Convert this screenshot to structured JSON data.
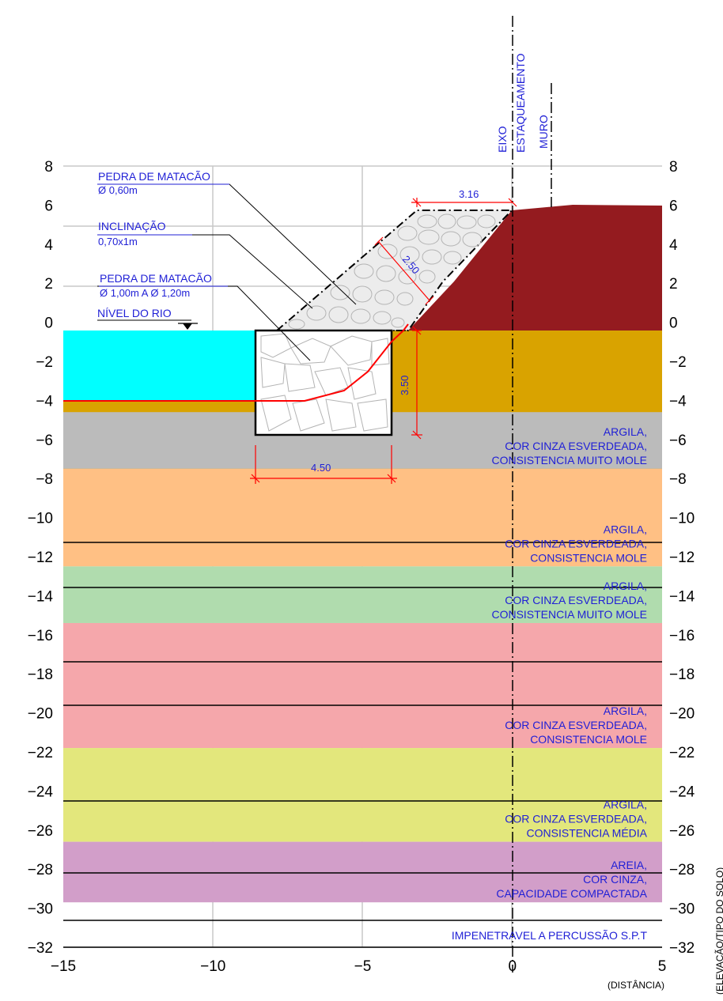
{
  "axes": {
    "x_ticks": [
      "−15",
      "−10",
      "−5",
      "0",
      "5"
    ],
    "y_ticks": [
      "8",
      "6",
      "4",
      "2",
      "0",
      "−2",
      "−4",
      "−6",
      "−8",
      "−10",
      "−12",
      "−14",
      "−16",
      "−18",
      "−20",
      "−22",
      "−24",
      "−26",
      "−28",
      "−30",
      "−32"
    ],
    "xlabel": "(DISTÂNCIA)",
    "ylabel": "(ELEVAÇÃO/TIPO DO SOLO)",
    "xlim": [
      -15,
      5
    ],
    "ylim": [
      -32,
      8
    ]
  },
  "reference_lines": {
    "eixo_line1": "EIXO",
    "eixo_line2": "ESTAQUEAMENTO",
    "muro": "MURO"
  },
  "annotations": {
    "pedra1_line1": "PEDRA DE MATACÃO",
    "pedra1_line2": "Ø 0,60m",
    "inclinacao_line1": "INCLINAÇÃO",
    "inclinacao_line2": "0,70x1m",
    "pedra2_line1": "PEDRA DE MATACÃO",
    "pedra2_line2": "Ø 1,00m  A Ø 1,20m",
    "nivel_rio": "NÍVEL DO RIO"
  },
  "dimensions": {
    "top_width": "3.16",
    "slope": "2.50",
    "depth": "3.50",
    "base_width": "4.50"
  },
  "layers": [
    {
      "line1": "ARGILA,",
      "line2": "COR CINZA ESVERDEADA,",
      "line3": "CONSISTENCIA MUITO MOLE",
      "color": "#bbbbbb",
      "top": -4.6,
      "bottom": -7.5
    },
    {
      "line1": "ARGILA,",
      "line2": "COR CINZA ESVERDEADA,",
      "line3": "CONSISTENCIA MOLE",
      "color": "#ffc084",
      "top": -7.5,
      "bottom": -12.5
    },
    {
      "line1": "ARGILA,",
      "line2": "COR CINZA ESVERDEADA,",
      "line3": "CONSISTENCIA MUITO MOLE",
      "color": "#b0dcae",
      "top": -12.5,
      "bottom": -15.4
    },
    {
      "line1": "ARGILA,",
      "line2": "COR CINZA ESVERDEADA,",
      "line3": "CONSISTENCIA MOLE",
      "color": "#f5a7ab",
      "top": -15.4,
      "bottom": -21.8
    },
    {
      "line1": "ARGILA,",
      "line2": "COR CINZA ESVERDEADA,",
      "line3": "CONSISTENCIA MÉDIA",
      "color": "#e3e77c",
      "top": -21.8,
      "bottom": -26.6
    },
    {
      "line1": "AREIA,",
      "line2": "COR CINZA,",
      "line3": "CAPACIDADE COMPACTADA",
      "color": "#d29ec9",
      "top": -26.6,
      "bottom": -29.7
    }
  ],
  "bottom_note": "IMPENETRAVEL A PERCUSSÃO S.P.T",
  "colors": {
    "river": "#00ffff",
    "soil": "#d9a300",
    "embankment": "#941b1f",
    "label": "#1f1fd6",
    "dimension": "#ff0000"
  }
}
